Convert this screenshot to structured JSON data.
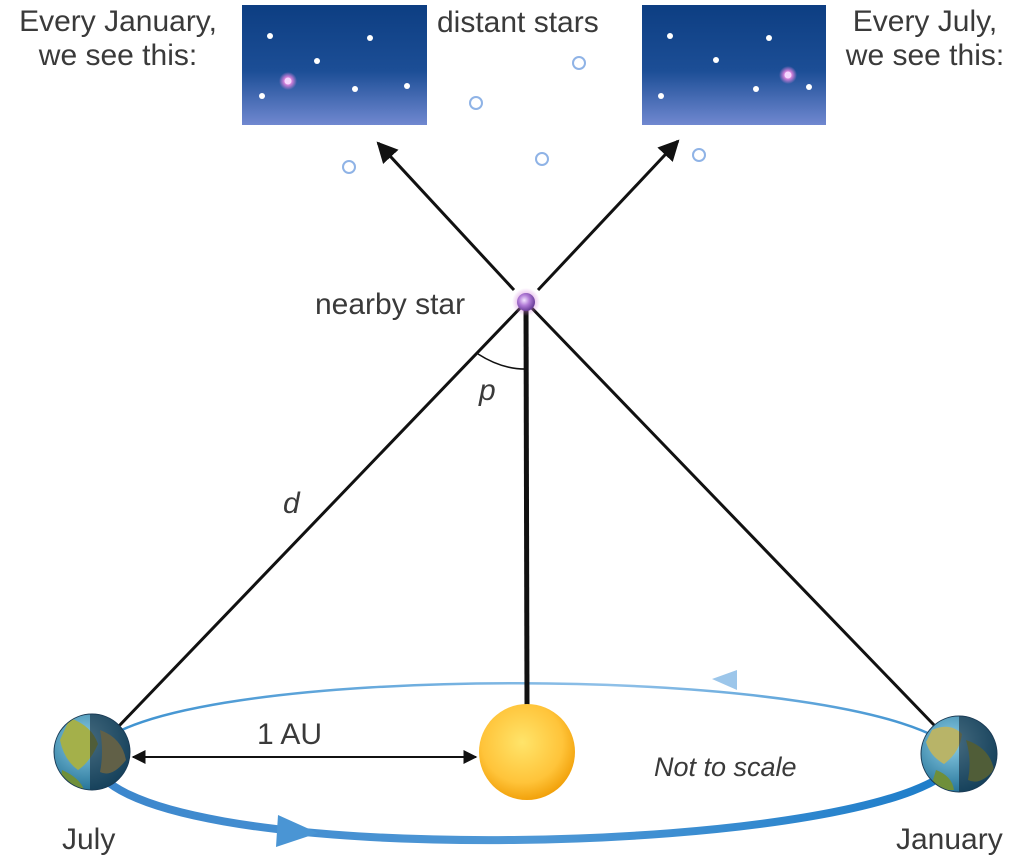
{
  "panels": {
    "january": {
      "line1": "Every January,",
      "line2": "we see this:"
    },
    "july": {
      "line1": "Every July,",
      "line2": "we see this:"
    }
  },
  "labels": {
    "distant_stars": "distant stars",
    "nearby_star": "nearby star",
    "parallax_angle": "p",
    "distance": "d",
    "one_au": "1 AU",
    "not_to_scale": "Not to scale",
    "earth_july": "July",
    "earth_january": "January"
  },
  "colors": {
    "sky_top": "#0d3e82",
    "sky_bottom": "#6b83cc",
    "sun_core": "#ffd84a",
    "sun_edge": "#f2a20c",
    "orbit": "#3f8fce",
    "nearby_star": "#b07ad6",
    "distant_star_ring": "#8fb3e6",
    "line": "#111111",
    "text": "#3a3a3a"
  }
}
